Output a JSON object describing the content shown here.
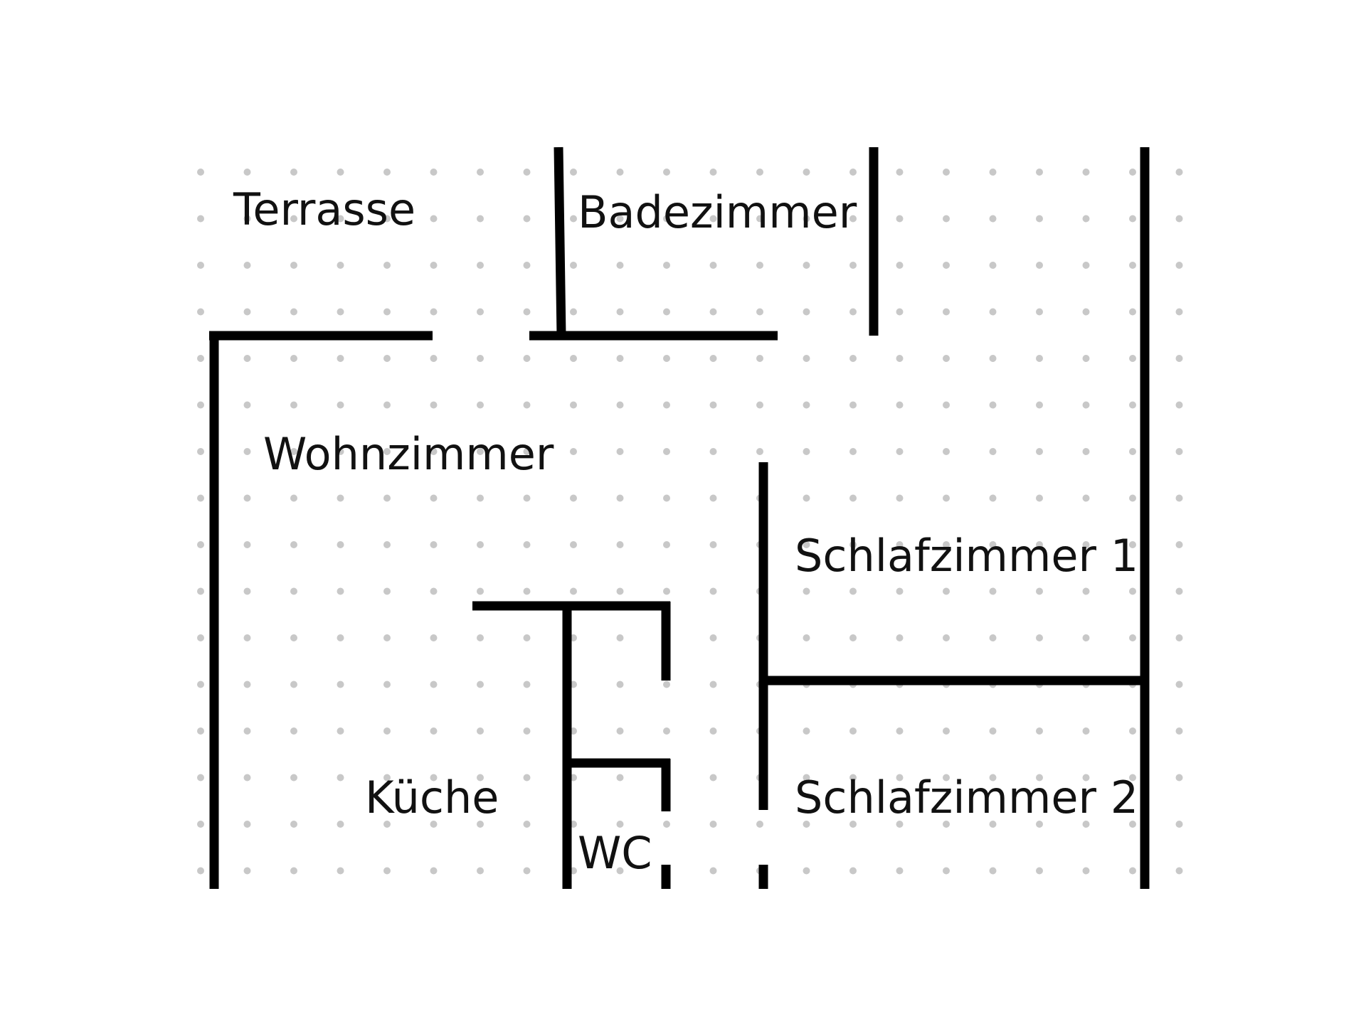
{
  "floor_plan": {
    "rooms": [
      {
        "id": "terrasse",
        "label": "Terrasse"
      },
      {
        "id": "badezimmer",
        "label": "Badezimmer"
      },
      {
        "id": "wohnzimmer",
        "label": "Wohnzimmer"
      },
      {
        "id": "schlafzimmer-1",
        "label": "Schlafzimmer 1"
      },
      {
        "id": "kueche",
        "label": "Küche"
      },
      {
        "id": "wc",
        "label": "WC"
      },
      {
        "id": "schlafzimmer-2",
        "label": "Schlafzimmer 2"
      }
    ],
    "colors": {
      "wall": "#000000",
      "grid_dot": "#c8c8c8",
      "background": "#ffffff",
      "text": "#111111"
    }
  }
}
